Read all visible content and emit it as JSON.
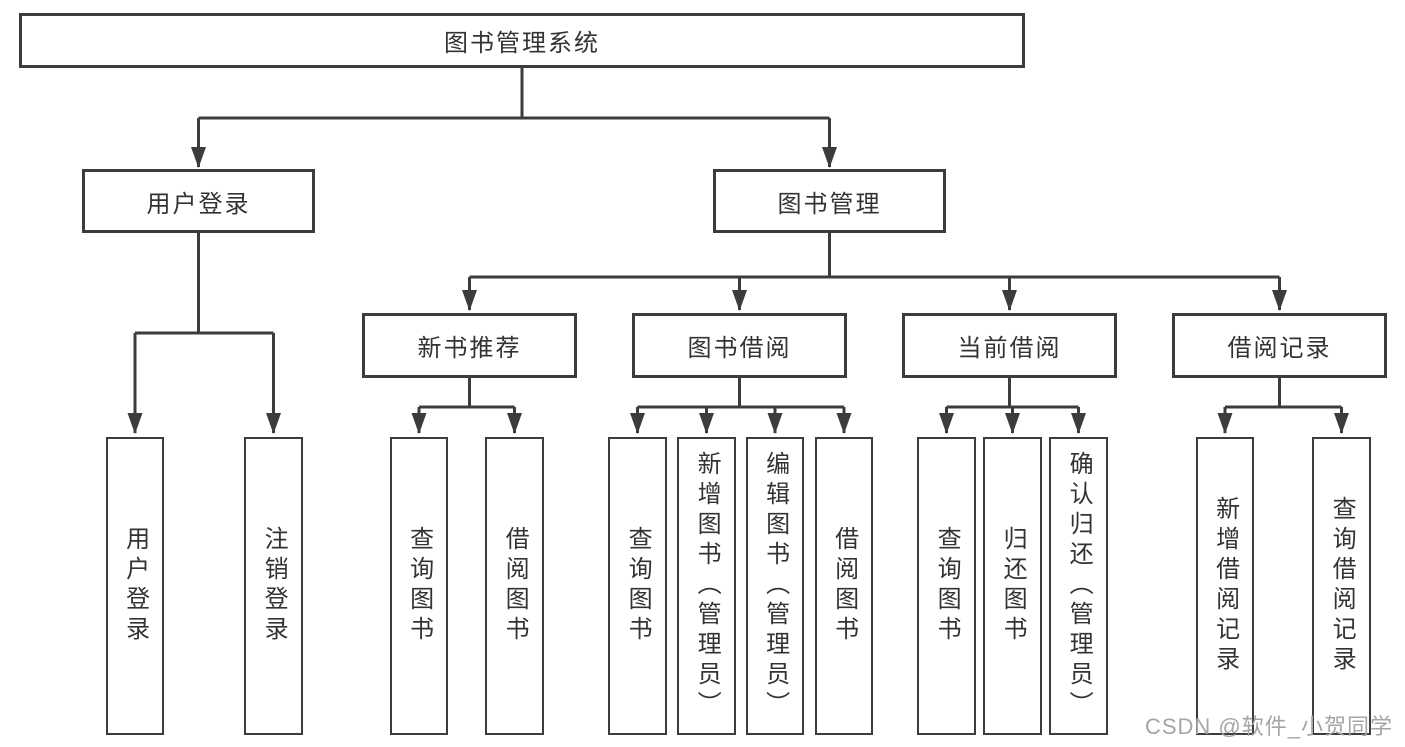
{
  "colors": {
    "line": "#3c3c3c",
    "text": "#333333",
    "background": "#ffffff",
    "watermark_text": "#a5a5a5"
  },
  "tree": {
    "root": "图书管理系统",
    "level1": [
      {
        "label": "用户登录",
        "children": [
          "用户登录",
          "注销登录"
        ]
      },
      {
        "label": "图书管理"
      }
    ],
    "level2": [
      {
        "label": "新书推荐",
        "children": [
          "查询图书",
          "借阅图书"
        ]
      },
      {
        "label": "图书借阅",
        "children": [
          "查询图书",
          "新增图书（管理员）",
          "编辑图书（管理员）",
          "借阅图书"
        ]
      },
      {
        "label": "当前借阅",
        "children": [
          "查询图书",
          "归还图书",
          "确认归还（管理员）"
        ]
      },
      {
        "label": "借阅记录",
        "children": [
          "新增借阅记录",
          "查询借阅记录"
        ]
      }
    ]
  },
  "watermark": "CSDN @软件_小贺同学"
}
